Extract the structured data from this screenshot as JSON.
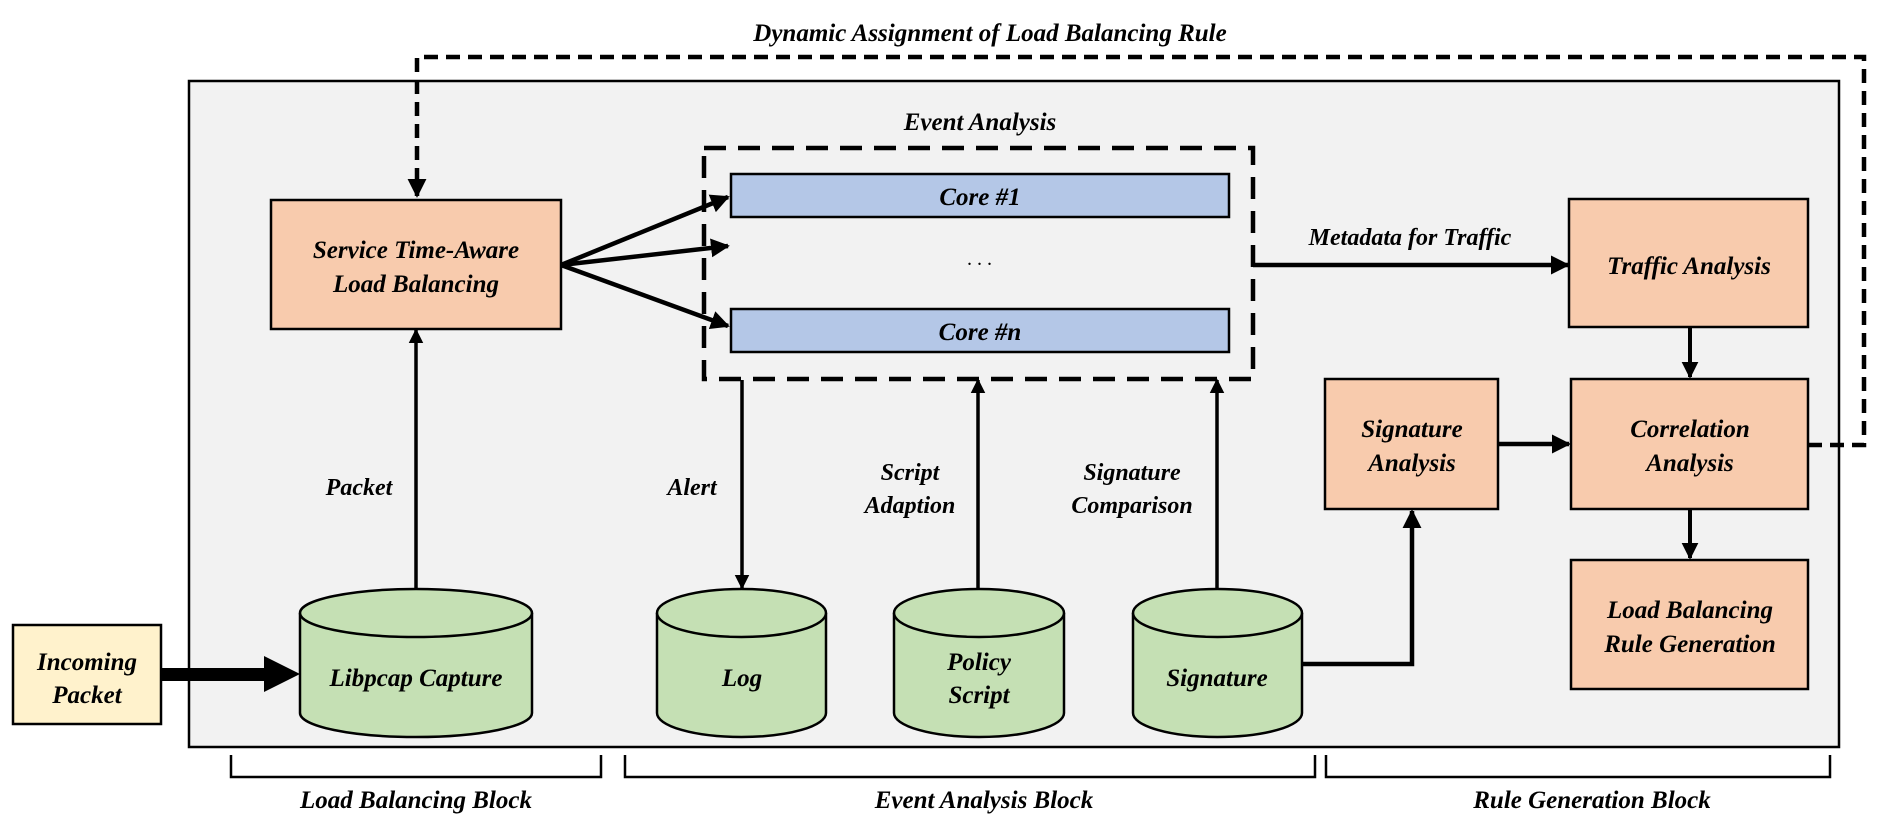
{
  "title": "Dynamic Assignment of Load Balancing Rule",
  "colors": {
    "process_box": "#f8cbad",
    "storage": "#c5e0b4",
    "core": "#b4c7e7",
    "input": "#fff2cc",
    "panel": "#f2f2f2",
    "stroke": "#000000"
  },
  "event_analysis_group": {
    "label": "Event Analysis",
    "cores": [
      {
        "label": "Core #1"
      },
      {
        "label": "Core #n"
      }
    ],
    "ellipsis": ". . ."
  },
  "nodes": {
    "incoming_packet": {
      "lines": [
        "Incoming",
        "Packet"
      ]
    },
    "load_balancer": {
      "lines": [
        "Service Time-Aware",
        "Load Balancing"
      ]
    },
    "libpcap": {
      "lines": [
        "Libpcap Capture"
      ]
    },
    "log": {
      "lines": [
        "Log"
      ]
    },
    "policy_script": {
      "lines": [
        "Policy",
        "Script"
      ]
    },
    "signature": {
      "lines": [
        "Signature"
      ]
    },
    "traffic_analysis": {
      "lines": [
        "Traffic Analysis"
      ]
    },
    "signature_analysis": {
      "lines": [
        "Signature",
        "Analysis"
      ]
    },
    "correlation_analysis": {
      "lines": [
        "Correlation",
        "Analysis"
      ]
    },
    "rule_generation": {
      "lines": [
        "Load Balancing",
        "Rule Generation"
      ]
    }
  },
  "edge_labels": {
    "packet": [
      "Packet"
    ],
    "alert": [
      "Alert"
    ],
    "script_adaption": [
      "Script",
      "Adaption"
    ],
    "signature_comparison": [
      "Signature",
      "Comparison"
    ],
    "metadata": [
      "Metadata for Traffic"
    ]
  },
  "blocks": [
    {
      "label": "Load Balancing Block"
    },
    {
      "label": "Event Analysis Block"
    },
    {
      "label": "Rule Generation Block"
    }
  ]
}
